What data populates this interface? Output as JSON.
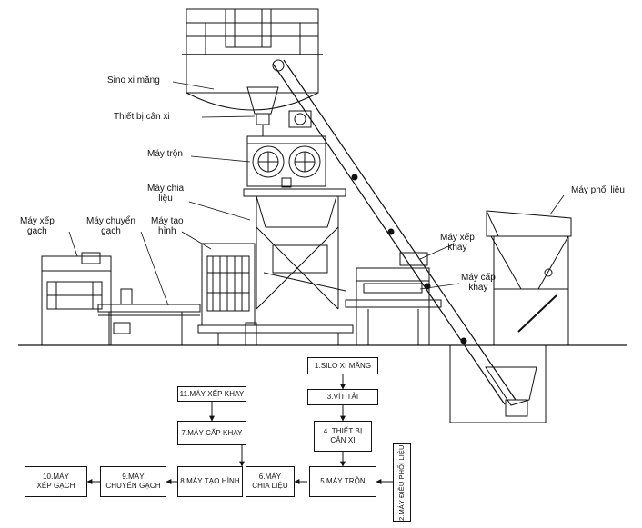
{
  "equipment_labels": {
    "silo": "Sino xi măng",
    "scale": "Thiết bị cân xi",
    "mixer": "Máy trộn",
    "distributor": [
      "Máy chia",
      "liệu"
    ],
    "batcher": "Máy phối liệu",
    "stacker_out": [
      "Máy xếp",
      "gạch"
    ],
    "conveyor": [
      "Máy chuyển",
      "gạch"
    ],
    "former": [
      "Máy tạo",
      "hình"
    ],
    "tray_stacker": [
      "Máy xếp",
      "khay"
    ],
    "tray_feeder": [
      "Máy cấp",
      "khay"
    ]
  },
  "flow_boxes": {
    "b1": "1.SILO XI MĂNG",
    "b3": "3.VÍT TẢI",
    "b4": [
      "4. THIẾT BỊ",
      "CÂN XI"
    ],
    "b5": "5.MÁY TRỘN",
    "b2": "2.MÁY ĐIỀU PHỐI LIỆU",
    "b6": [
      "6.MÁY",
      "CHIA LIỆU"
    ],
    "b8": "8.MÁY TẠO HÌNH",
    "b9": [
      "9.MÁY",
      "CHUYỂN GẠCH"
    ],
    "b10": [
      "10.MÁY",
      "XẾP GẠCH"
    ],
    "b7": "7.MÁY CẤP KHAY",
    "b11": "11.MÁY XẾP KHAY"
  }
}
